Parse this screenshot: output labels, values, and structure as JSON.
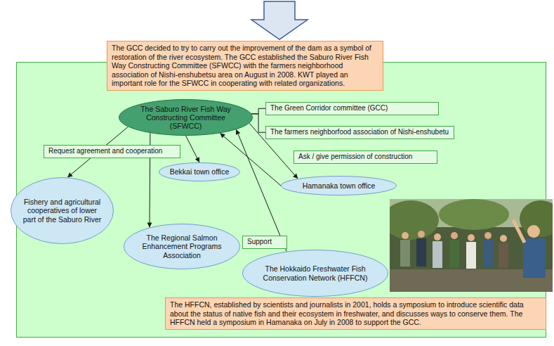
{
  "diagram": {
    "nodes": [
      {
        "text": [
          "The GCC decided to try to carry out the improvement of the dam as a symbol of restoration of the river ecosystem. The GCC established the Saburo River Fish Way Constructing Committee (SFWCC) with the farmers neighborhood association of Nishi-enshubetsu area on August in 2008. KWT played an important role for the SFWCC in cooperating with related organizations."
        ]
      },
      {
        "text": [
          "The Saburo River Fish Way Constructing Committee (SFWCC)"
        ]
      },
      {
        "text": [
          "The Green Corridor committee (GCC)"
        ]
      },
      {
        "text": [
          "The farmers neighborfood association of Nishi-enshubetu"
        ]
      },
      {
        "text": [
          "Request agreement and cooperation"
        ]
      },
      {
        "text": [
          "Ask / give permission of construction"
        ]
      },
      {
        "text": [
          "Fishery and agricultural cooperatives of lower part of the Saburo River"
        ]
      },
      {
        "text": [
          "Bekkai town office"
        ]
      },
      {
        "text": [
          "Hamanaka town office"
        ]
      },
      {
        "text": [
          "Support"
        ]
      },
      {
        "text": [
          "The Regional Salmon Enhancement Programs Association"
        ]
      },
      {
        "text": [
          "The Hokkaido Freshwater Fish Conservation Network (HFFCN)"
        ]
      },
      {
        "text": [
          "The HFFCN, established by scientists and journalists in 2001, holds a symposium to introduce scientific data about the status of native fish and their ecosystem in freshwater, and discusses ways to conserve them. The HFFCN held a symposium in Hamanaka on July in 2008 to support the GCC."
        ]
      }
    ],
    "edges": [
      {
        "from": 1,
        "to": 2,
        "arrow": "none"
      },
      {
        "from": 1,
        "to": 3,
        "arrow": "none"
      },
      {
        "from": 1,
        "to": 6,
        "arrow": "to"
      },
      {
        "from": 1,
        "to": 7,
        "arrow": "to"
      },
      {
        "from": 1,
        "to": 10,
        "arrow": "to"
      },
      {
        "from": 1,
        "to": 8,
        "arrow": "to"
      },
      {
        "from": 8,
        "to": 1,
        "arrow": "to"
      },
      {
        "from": 11,
        "to": 1,
        "arrow": "to"
      }
    ]
  }
}
